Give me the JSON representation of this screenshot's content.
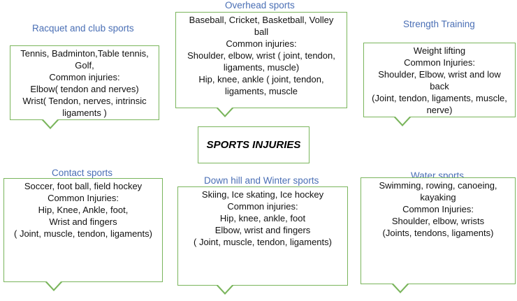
{
  "center_label": "SPORTS INJURIES",
  "categories": {
    "racquet": {
      "title": "Racquet and club sports",
      "lines": [
        "Tennis, Badminton,Table tennis,",
        "Golf,",
        "Common injuries:",
        "Elbow( tendon and nerves)",
        "Wrist( Tendon, nerves, intrinsic",
        "ligaments )"
      ]
    },
    "overhead": {
      "title": "Overhead sports",
      "lines": [
        "Baseball, Cricket, Basketball, Volley",
        "ball",
        "Common injuries:",
        "Shoulder, elbow, wrist ( joint, tendon,",
        "ligaments, muscle)",
        "Hip, knee, ankle ( joint, tendon,",
        "ligaments, muscle"
      ]
    },
    "strength": {
      "title": "Strength Training",
      "lines": [
        "Weight lifting",
        "Common Injuries:",
        "Shoulder, Elbow, wrist and low",
        "back",
        "(Joint, tendon, ligaments, muscle,",
        "nerve)"
      ]
    },
    "contact": {
      "title": "Contact sports",
      "lines": [
        "Soccer, foot ball, field hockey",
        "Common Injuries:",
        "Hip, Knee, Ankle, foot,",
        "Wrist and fingers",
        "( Joint, muscle, tendon, ligaments)"
      ]
    },
    "downhill": {
      "title": "Down hill and Winter sports",
      "lines": [
        "Skiing, Ice skating, Ice hockey",
        "Common injuries:",
        "Hip, knee, ankle, foot",
        "Elbow, wrist and fingers",
        "( Joint, muscle, tendon, ligaments)"
      ]
    },
    "water": {
      "title": "Water sports",
      "lines": [
        "Swimming, rowing, canoeing,",
        "kayaking",
        "Common Injuries:",
        "Shoulder, elbow, wrists",
        "(Joints, tendons, ligaments)"
      ]
    }
  }
}
